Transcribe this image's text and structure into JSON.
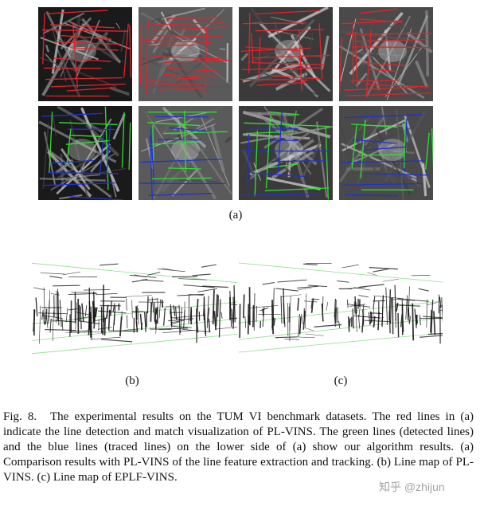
{
  "figure": {
    "panel_a_label": "(a)",
    "panel_b_label": "(b)",
    "panel_c_label": "(c)",
    "caption_number": "Fig. 8.",
    "caption_text": "The experimental results on the TUM VI benchmark datasets. The red lines in (a) indicate the line detection and match visualization of PL-VINS. The green lines (detected lines) and the blue lines (traced lines) on the lower side of (a) show our algorithm results. (a) Comparison results with PL-VINS of the line feature extraction and tracking. (b) Line map of PL-VINS. (c) Line map of EPLF-VINS.",
    "watermark": "知乎 @zhijun"
  },
  "colors": {
    "plvins_line": "#e8202a",
    "detected_line": "#2ee02e",
    "traced_line": "#2030d8",
    "map_line": "#111111",
    "map_guide": "#6fd66f"
  },
  "thumbnails": {
    "top_row": [
      "corridor-red",
      "hall-red",
      "ceiling-red",
      "stairs-red"
    ],
    "bottom_row": [
      "corridor-green-blue",
      "hall-green-blue",
      "ceiling-green-blue",
      "stairs-green-blue"
    ]
  }
}
